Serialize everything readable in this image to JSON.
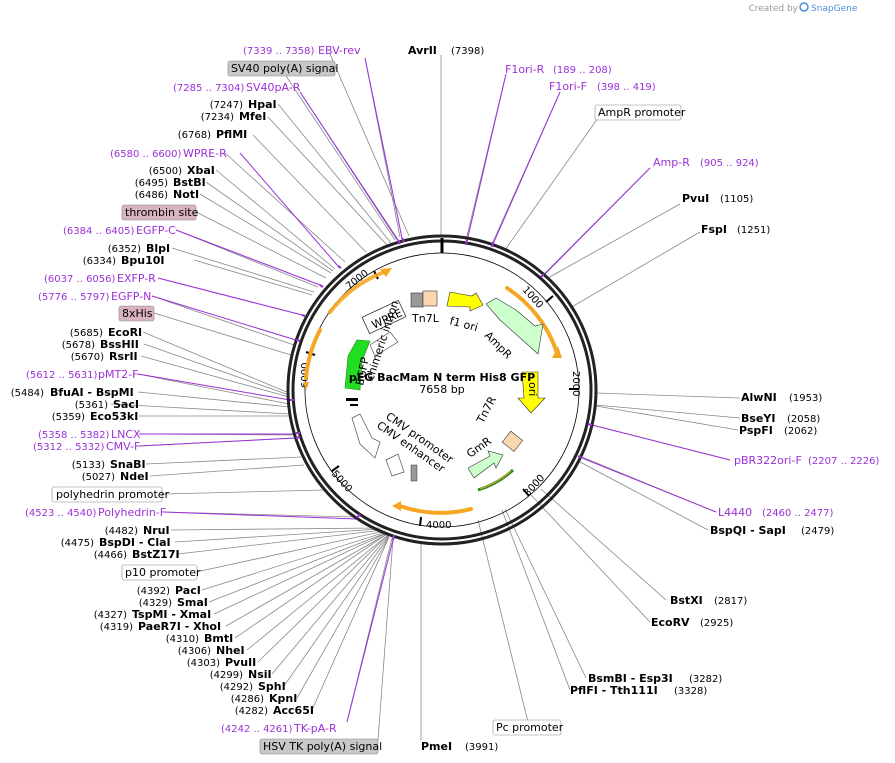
{
  "brand": {
    "created_by": "Created by",
    "name": "SnapGene"
  },
  "plasmid": {
    "name": "pEG BacMam N term His8 GFP",
    "size": "7658 bp"
  },
  "ring_ticks": [
    "1000",
    "2000",
    "3000",
    "4000",
    "5000",
    "6000",
    "7000"
  ],
  "sites": [
    {
      "name": "AvrII",
      "pos": "(7398)"
    },
    {
      "name": "PvuI",
      "pos": "(1105)"
    },
    {
      "name": "FspI",
      "pos": "(1251)"
    },
    {
      "name": "AlwNI",
      "pos": "(1953)"
    },
    {
      "name": "BseYI",
      "pos": "(2058)"
    },
    {
      "name": "PspFI",
      "pos": "(2062)"
    },
    {
      "name": "BspQI - SapI",
      "pos": "(2479)"
    },
    {
      "name": "BstXI",
      "pos": "(2817)"
    },
    {
      "name": "EcoRV",
      "pos": "(2925)"
    },
    {
      "name": "BsmBI - Esp3I",
      "pos": "(3282)"
    },
    {
      "name": "PflFI - Tth111I",
      "pos": "(3328)"
    },
    {
      "name": "PmeI",
      "pos": "(3991)"
    },
    {
      "name": "HpaI",
      "pos": "(7247)"
    },
    {
      "name": "MfeI",
      "pos": "(7234)"
    },
    {
      "name": "PflMI",
      "pos": "(6768)"
    },
    {
      "name": "XbaI",
      "pos": "(6500)"
    },
    {
      "name": "BstBI",
      "pos": "(6495)"
    },
    {
      "name": "NotI",
      "pos": "(6486)"
    },
    {
      "name": "BlpI",
      "pos": "(6352)"
    },
    {
      "name": "Bpu10I",
      "pos": "(6334)"
    },
    {
      "name": "EcoRI",
      "pos": "(5685)"
    },
    {
      "name": "BssHII",
      "pos": "(5678)"
    },
    {
      "name": "RsrII",
      "pos": "(5670)"
    },
    {
      "name": "BfuAI - BspMI",
      "pos": "(5484)"
    },
    {
      "name": "SacI",
      "pos": "(5361)"
    },
    {
      "name": "Eco53kI",
      "pos": "(5359)"
    },
    {
      "name": "SnaBI",
      "pos": "(5133)"
    },
    {
      "name": "NdeI",
      "pos": "(5027)"
    },
    {
      "name": "NruI",
      "pos": "(4482)"
    },
    {
      "name": "BspDI - ClaI",
      "pos": "(4475)"
    },
    {
      "name": "BstZ17I",
      "pos": "(4466)"
    },
    {
      "name": "PacI",
      "pos": "(4392)"
    },
    {
      "name": "SmaI",
      "pos": "(4329)"
    },
    {
      "name": "TspMI - XmaI",
      "pos": "(4327)"
    },
    {
      "name": "PaeR7I - XhoI",
      "pos": "(4319)"
    },
    {
      "name": "BmtI",
      "pos": "(4310)"
    },
    {
      "name": "NheI",
      "pos": "(4306)"
    },
    {
      "name": "PvuII",
      "pos": "(4303)"
    },
    {
      "name": "NsiI",
      "pos": "(4299)"
    },
    {
      "name": "SphI",
      "pos": "(4292)"
    },
    {
      "name": "KpnI",
      "pos": "(4286)"
    },
    {
      "name": "Acc65I",
      "pos": "(4282)"
    }
  ],
  "primers": [
    {
      "name": "EBV-rev",
      "range": "(7339 .. 7358)"
    },
    {
      "name": "SV40pA-R",
      "range": "(7285 .. 7304)"
    },
    {
      "name": "WPRE-R",
      "range": "(6580 .. 6600)"
    },
    {
      "name": "EGFP-C",
      "range": "(6384 .. 6405)"
    },
    {
      "name": "EXFP-R",
      "range": "(6037 .. 6056)"
    },
    {
      "name": "EGFP-N",
      "range": "(5776 .. 5797)"
    },
    {
      "name": "pMT2-F",
      "range": "(5612 .. 5631)"
    },
    {
      "name": "LNCX",
      "range": "(5358 .. 5382)"
    },
    {
      "name": "CMV-F",
      "range": "(5312 .. 5332)"
    },
    {
      "name": "Polyhedrin-F",
      "range": "(4523 .. 4540)"
    },
    {
      "name": "TK-pA-R",
      "range": "(4242 .. 4261)"
    },
    {
      "name": "F1ori-R",
      "range": "(189 .. 208)"
    },
    {
      "name": "F1ori-F",
      "range": "(398 .. 419)"
    },
    {
      "name": "Amp-R",
      "range": "(905 .. 924)"
    },
    {
      "name": "pBR322ori-F",
      "range": "(2207 .. 2226)"
    },
    {
      "name": "L4440",
      "range": "(2460 .. 2477)"
    }
  ],
  "badges": {
    "sv40": "SV40 poly(A) signal",
    "thrombin": "thrombin site",
    "his": "8xHis",
    "polyhedrin": "polyhedrin promoter",
    "p10": "p10 promoter",
    "hsvtk": "HSV TK poly(A) signal",
    "ampr_prom": "AmpR promoter",
    "pc_prom": "Pc promoter"
  },
  "features": {
    "wpre": "WPRE",
    "tn7l": "Tn7L",
    "f1ori": "f1 ori",
    "ampr": "AmpR",
    "ori": "ori",
    "tn7r": "Tn7R",
    "gmr": "GmR",
    "egfp": "EGFP",
    "chimeric_intron": "chimeric intron",
    "cmv_promoter": "CMV promoter",
    "cmv_enhancer": "CMV enhancer"
  },
  "colors": {
    "primer": "#9b30d9",
    "egfp": "#22dd22",
    "ori": "#ffff00",
    "ampr": "#ccffcc",
    "orange_arc": "#f5a623",
    "badge_pink": "#d9b3bd",
    "badge_gray": "#c8c8c8"
  }
}
